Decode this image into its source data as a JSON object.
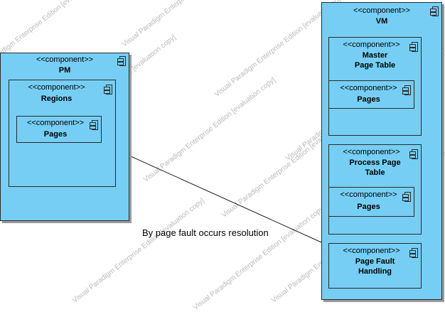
{
  "stereotype": "<<component>>",
  "watermark": "Visual Paradigm Enterprise Edition [evaluation copy]",
  "colors": {
    "component_fill": "#76cef4",
    "border": "#2b2b2b",
    "watermark": "#b9b9b9"
  },
  "pm": {
    "name": "PM",
    "regions": {
      "name": "Regions",
      "pages": {
        "name": "Pages"
      }
    }
  },
  "vm": {
    "name": "VM",
    "master_page_table": {
      "name": "Master Page Table",
      "pages": {
        "name": "Pages"
      }
    },
    "process_page_table": {
      "name": "Process Page Table",
      "pages": {
        "name": "Pages"
      }
    },
    "page_fault_handling": {
      "name": "Page Fault Handling"
    }
  },
  "connection": {
    "label": "By page fault occurs resolution"
  }
}
